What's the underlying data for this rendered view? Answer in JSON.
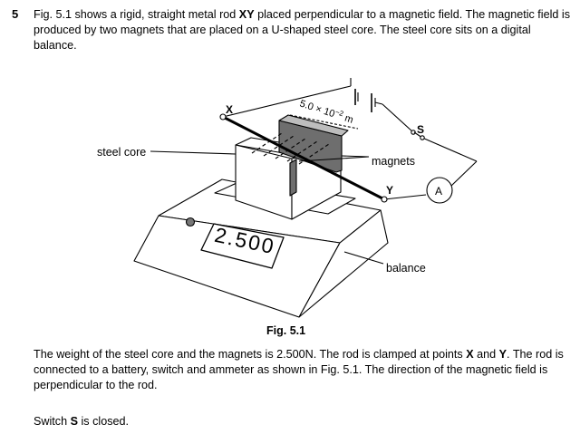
{
  "question": {
    "number": "5",
    "intro": [
      {
        "t": "Fig. 5.1 shows a rigid, straight metal rod "
      },
      {
        "t": "XY",
        "b": true
      },
      {
        "t": " placed perpendicular to a magnetic field. The magnetic field is produced by two magnets that are placed on a U-shaped steel core. The steel core sits on a digital balance."
      }
    ],
    "body": [
      {
        "t": "The weight of the steel core and the magnets is 2.500N. The rod is clamped at points "
      },
      {
        "t": "X",
        "b": true
      },
      {
        "t": " and "
      },
      {
        "t": "Y",
        "b": true
      },
      {
        "t": ". The rod is connected to a battery, switch and ammeter as shown in Fig. 5.1. The direction of the magnetic field is perpendicular to the rod."
      }
    ],
    "switch_line": [
      {
        "t": "Switch "
      },
      {
        "t": "S",
        "b": true
      },
      {
        "t": " is closed."
      }
    ]
  },
  "figure": {
    "caption": "Fig. 5.1",
    "labels": {
      "steel_core": "steel core",
      "magnets": "magnets",
      "balance": "balance",
      "point_x": "X",
      "point_y": "Y",
      "switch": "S",
      "ammeter": "A",
      "dim_mantissa": "5.0 × 10",
      "dim_exponent": "−2",
      "dim_unit": " m"
    },
    "display_reading": "2.500"
  }
}
